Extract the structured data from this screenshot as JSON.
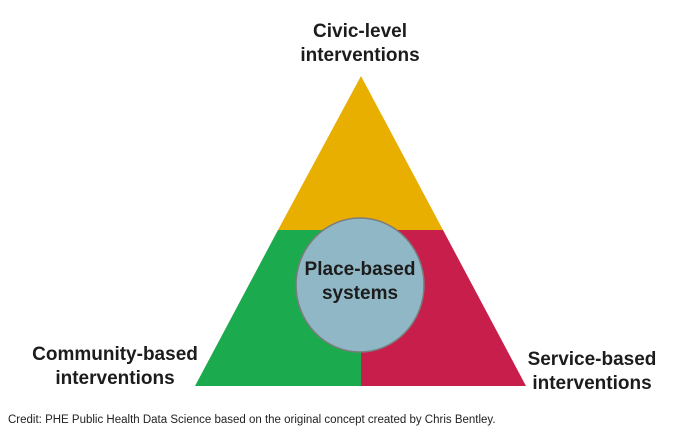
{
  "nodes": {
    "top": {
      "line1": "Civic-level",
      "line2": "interventions",
      "color": "#E8AE00"
    },
    "left": {
      "line1": "Community-based",
      "line2": "interventions",
      "color": "#1CAA4F"
    },
    "right": {
      "line1": "Service-based",
      "line2": "interventions",
      "color": "#C81E4B"
    },
    "center": {
      "line1": "Place-based",
      "line2": "systems",
      "color": "#8FB7C6"
    }
  },
  "credit": "Credit: PHE Public Health Data Science based on the original concept created by Chris Bentley."
}
